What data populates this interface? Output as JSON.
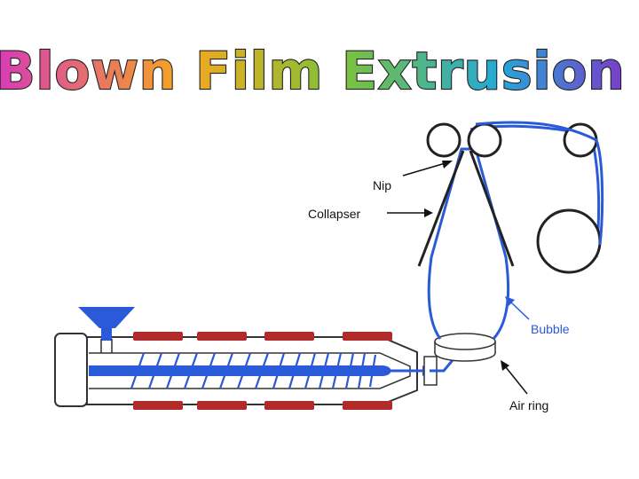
{
  "slide": {
    "title_segments": [
      {
        "text": "Blown ",
        "color": "#e040c0"
      },
      {
        "text": "Film ",
        "color": "#f0b020"
      },
      {
        "text": "Extrusion",
        "color": "#40b040"
      }
    ],
    "title_gradient": [
      "#d63ab8",
      "#f6a81e",
      "#7cc23a",
      "#24a8d8",
      "#7a3cc8"
    ]
  },
  "diagram": {
    "labels": {
      "nip": "Nip",
      "collapser": "Collapser",
      "bubble": "Bubble",
      "air_ring": "Air ring"
    },
    "colors": {
      "film": "#2a5ad8",
      "heater": "#b22a2a",
      "barrel_outline": "#333333",
      "screw": "#2a5ad8",
      "text": "#111111",
      "bubble_label": "#2a5ad8"
    }
  }
}
